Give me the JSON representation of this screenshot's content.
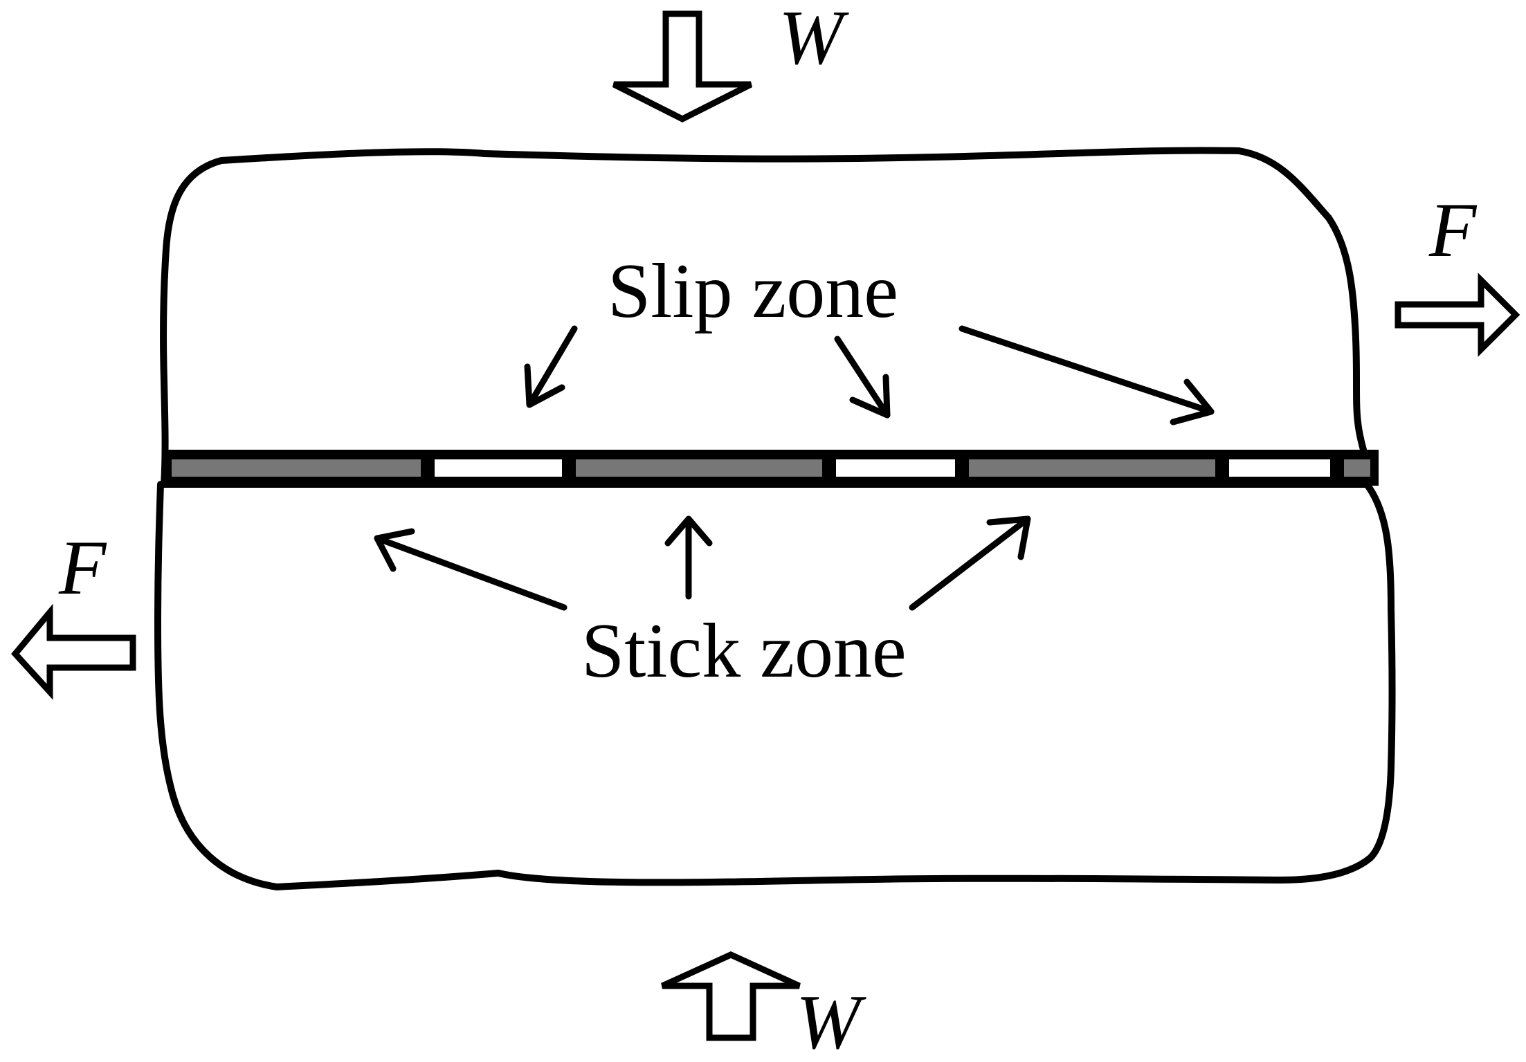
{
  "labels": {
    "load_top": "W",
    "load_bottom": "W",
    "force_right": "F",
    "force_left": "F",
    "slip_zone": "Slip zone",
    "stick_zone": "Stick zone"
  },
  "colors": {
    "outline": "#000000",
    "stick_fill": "#777777",
    "slip_fill": "#ffffff",
    "background": "#ffffff"
  },
  "interface_segments": [
    "stick",
    "slip",
    "stick",
    "slip",
    "stick",
    "slip",
    "stick"
  ]
}
